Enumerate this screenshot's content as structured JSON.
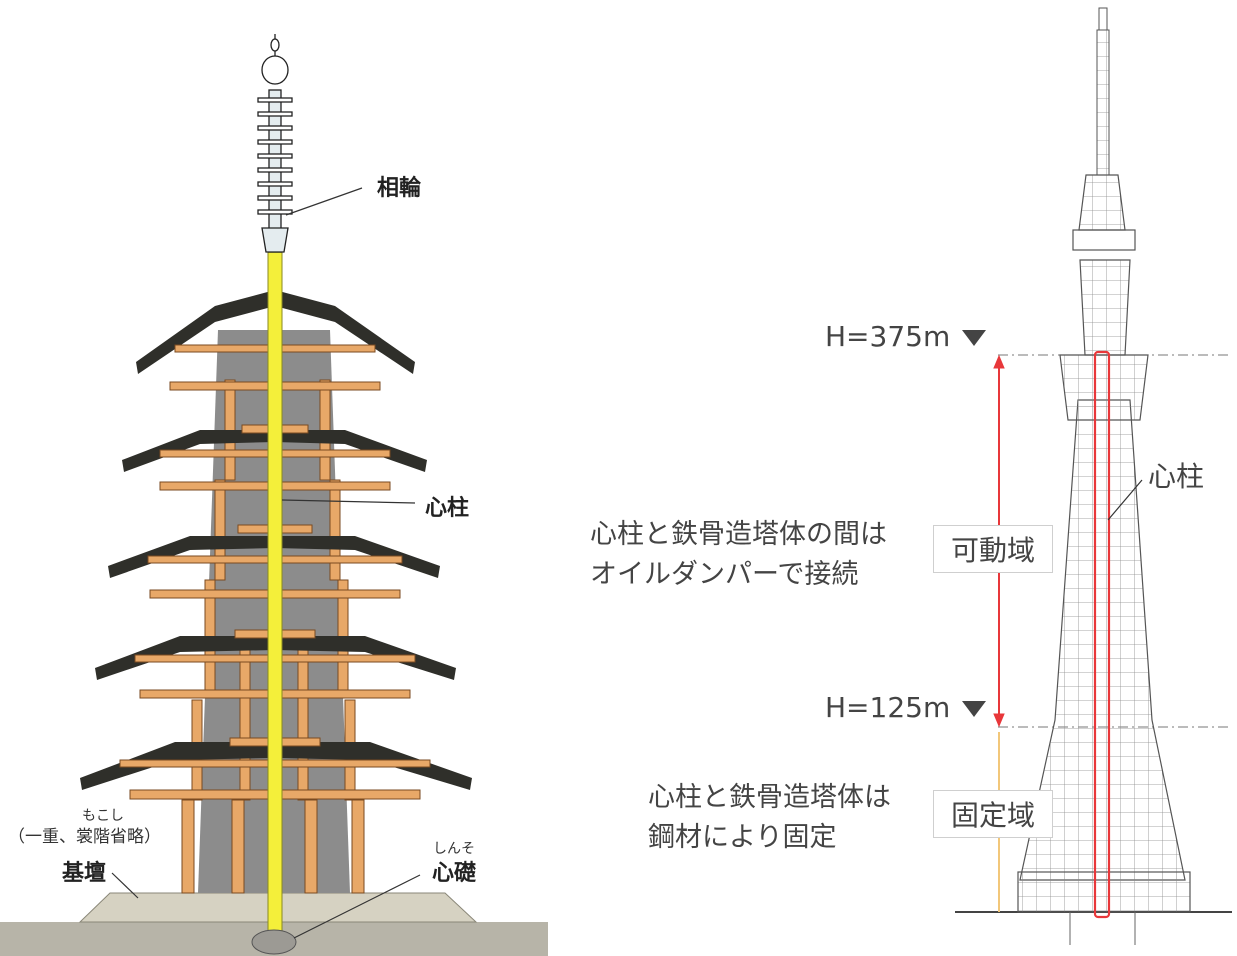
{
  "pagoda": {
    "sorin_label": "相輪",
    "shinbashira_label": "心柱",
    "mokoshi_ruby": "もこし",
    "mokoshi_label": "（一重、裳階省略）",
    "kidan_label": "基壇",
    "shinso_ruby": "しんそ",
    "shinso_label": "心礎"
  },
  "tower": {
    "h375_label": "H=375m",
    "h125_label": "H=125m",
    "shinbashira_label": "心柱",
    "movable_desc_line1": "心柱と鉄骨造塔体の間は",
    "movable_desc_line2": "オイルダンパーで接続",
    "movable_box": "可動域",
    "fixed_desc_line1": "心柱と鉄骨造塔体は",
    "fixed_desc_line2": "鋼材により固定",
    "fixed_box": "固定域"
  },
  "colors": {
    "wood": "#e8a868",
    "roof": "#2f2f2a",
    "core": "#8c8c8c",
    "pillar": "#f4ef3a",
    "ground": "#b7b4a8",
    "red_arrow": "#e8373a",
    "fixed_line": "#f2c77a"
  }
}
